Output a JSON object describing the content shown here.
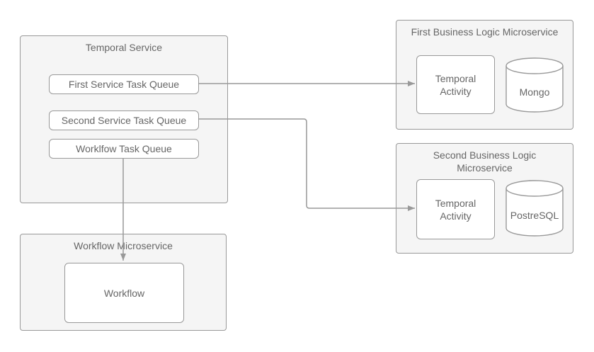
{
  "colors": {
    "background": "#ffffff",
    "container_fill": "#f5f5f5",
    "node_fill": "#ffffff",
    "stroke": "#999999",
    "text": "#666666",
    "arrow": "#999999"
  },
  "temporal_service": {
    "title": "Temporal Service",
    "queues": [
      {
        "label": "First Service Task Queue"
      },
      {
        "label": "Second Service Task Queue"
      },
      {
        "label": "Worklfow Task Queue"
      }
    ]
  },
  "first_microservice": {
    "title": "First Business Logic Microservice",
    "activity_label": "Temporal Activity",
    "database_label": "Mongo"
  },
  "second_microservice": {
    "title": "Second Business Logic Microservice",
    "activity_label": "Temporal Activity",
    "database_label": "PostreSQL"
  },
  "workflow_microservice": {
    "title": "Workflow Microservice",
    "workflow_label": "Workflow"
  },
  "connections": [
    {
      "from": "First Service Task Queue",
      "to": "Temporal Activity (First Business Logic Microservice)",
      "style": "arrow"
    },
    {
      "from": "Second Service Task Queue",
      "to": "Temporal Activity (Second Business Logic Microservice)",
      "style": "arrow"
    },
    {
      "from": "Worklfow Task Queue",
      "to": "Workflow (Workflow Microservice)",
      "style": "arrow"
    }
  ]
}
